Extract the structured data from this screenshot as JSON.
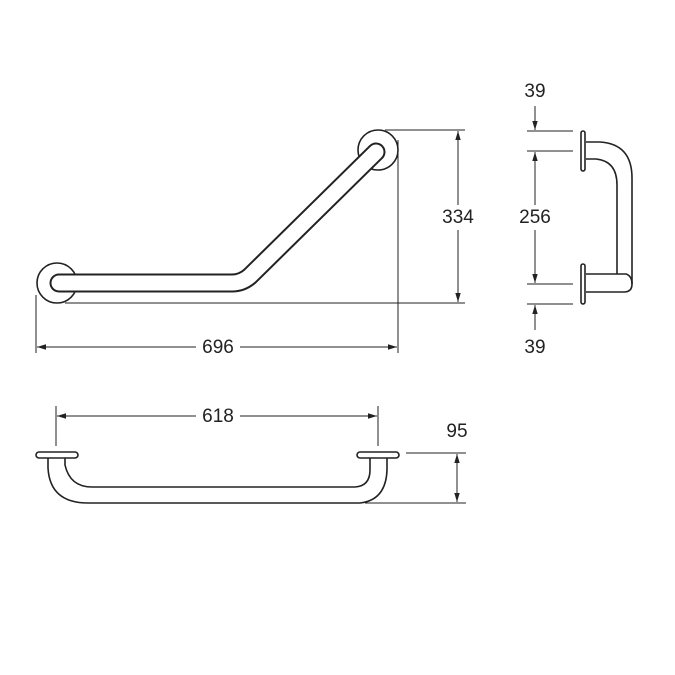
{
  "drawing": {
    "top_view": {
      "width_label": "696",
      "height_label": "334"
    },
    "side_view": {
      "top_offset_label": "39",
      "span_label": "256",
      "bottom_offset_label": "39"
    },
    "front_view": {
      "span_label": "618",
      "depth_label": "95"
    }
  },
  "colors": {
    "line": "#222222",
    "background": "#ffffff"
  }
}
